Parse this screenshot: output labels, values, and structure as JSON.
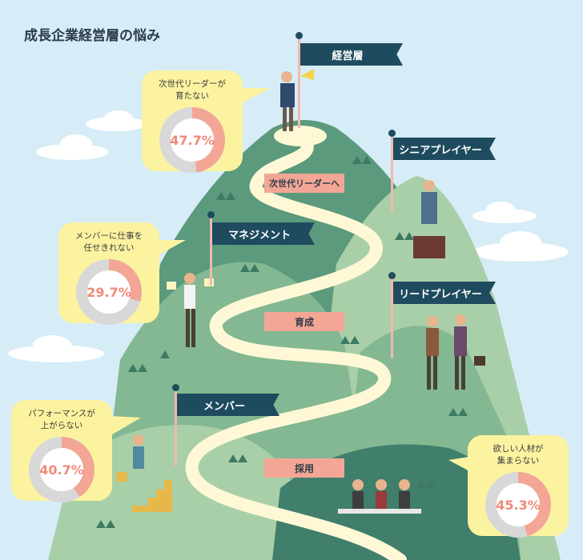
{
  "title": "成長企業経営層の悩み",
  "levels": {
    "executive": "経営層",
    "senior": "シニアプレイヤー",
    "manager": "マネジメント",
    "lead": "リードプレイヤー",
    "member": "メンバー"
  },
  "path_labels": {
    "next_leader": "次世代リーダーへ",
    "training": "育成",
    "hiring": "採用"
  },
  "concerns": [
    {
      "text_line1": "次世代リーダーが",
      "text_line2": "育たない",
      "percent_label": "47.7%",
      "value": 47.7
    },
    {
      "text_line1": "メンバーに仕事を",
      "text_line2": "任せきれない",
      "percent_label": "29.7%",
      "value": 29.7
    },
    {
      "text_line1": "パフォーマンスが",
      "text_line2": "上がらない",
      "percent_label": "40.7%",
      "value": 40.7
    },
    {
      "text_line1": "欲しい人材が",
      "text_line2": "集まらない",
      "percent_label": "45.3%",
      "value": 45.3
    }
  ],
  "colors": {
    "sky": "#d6ecf7",
    "mountain_dark": "#5b9a7c",
    "mountain_mid": "#83b892",
    "mountain_light": "#a9cfa8",
    "flag": "#1f4b5e",
    "tag": "#f3a696",
    "bubble": "#fbf3a0",
    "donut_fill": "#f3a696",
    "donut_track": "#d8d8d8"
  }
}
